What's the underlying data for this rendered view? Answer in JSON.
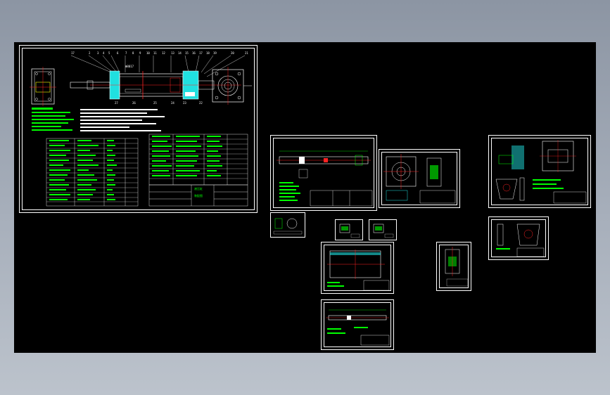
{
  "main_sheet": {
    "top_numbers": [
      "17",
      "2",
      "3",
      "4",
      "5",
      "6",
      "7",
      "8",
      "9",
      "10",
      "11",
      "12",
      "13",
      "14",
      "15",
      "16",
      "17",
      "18",
      "19",
      "20",
      "21"
    ],
    "bottom_numbers": [
      "27",
      "26",
      "25",
      "24",
      "23",
      "22"
    ],
    "label_top": "Φ8017",
    "title_block": [
      "液压缸",
      "装配图"
    ]
  },
  "colors": {
    "drawing": "#00ff00",
    "frame": "#ffffff",
    "accent_red": "#ff2222",
    "fill_cyan": "#20e0e0",
    "canvas": "#000000"
  }
}
